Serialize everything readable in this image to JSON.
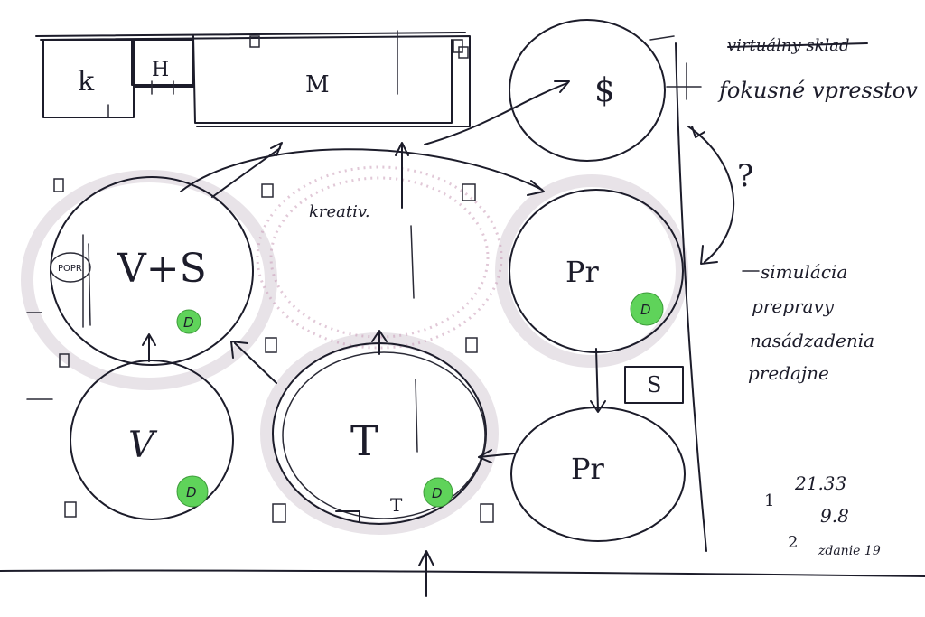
{
  "rooms": {
    "k": "k",
    "h": "H",
    "m": "M",
    "top_right": "$",
    "vs": "V+S",
    "kreativ": "kreativ.",
    "pr_upper": "Pr",
    "pr_lower": "Pr",
    "v": "V",
    "t": "T",
    "popr": "POPR",
    "s_box": "S",
    "t_small": "T"
  },
  "dots": [
    "D",
    "D",
    "D",
    "D"
  ],
  "notes": {
    "struck": "virtuálny sklad",
    "focus": "fokusné vpresstov",
    "question": "?",
    "note_line1": "simulácia",
    "note_line2": "prepravy",
    "note_line3": "nasádzadenia",
    "note_line4": "predajne",
    "list_1_num": "1",
    "list_1_val": "21.33",
    "list_2_num": "2",
    "list_2_val": "9.8",
    "list_3": "zdanie 19"
  },
  "colors": {
    "ink": "#1c1c2a",
    "highlight": "#5fd35a",
    "ghost": "#d9d0d8"
  }
}
